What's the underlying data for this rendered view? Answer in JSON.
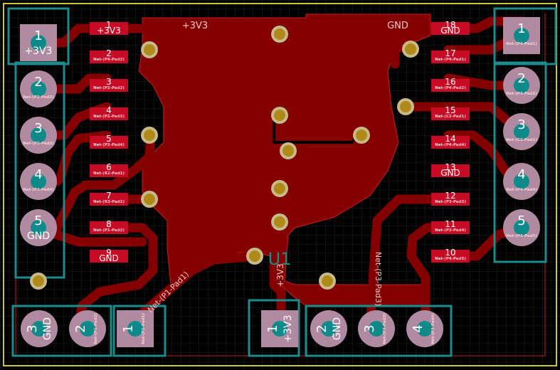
{
  "board": {
    "bg_color": "#000000",
    "grid_color": "#2a2a2a",
    "outline_color": "#c8c832",
    "copper_color": "#840000",
    "pad_color": "#c70b24",
    "hole_color": "#0f8a8a",
    "via_ring_color": "#c8b98a",
    "via_fill_color": "#b08a18",
    "courtyard_color": "#1d8b8b",
    "zone_outline_color": "#c81e1e"
  },
  "fill_labels": {
    "v33": "+3V3",
    "gnd": "GND"
  },
  "chip": {
    "ref": "U1",
    "left_pins": [
      {
        "num": "1",
        "net": "+3V3"
      },
      {
        "num": "2",
        "net": "Net-(P4-Pad2)"
      },
      {
        "num": "3",
        "net": "Net-(P2-Pad2)"
      },
      {
        "num": "4",
        "net": "Net-(P2-Pad3)"
      },
      {
        "num": "5",
        "net": "Net-(P2-Pad4)"
      },
      {
        "num": "6",
        "net": "Net-(R2-Pad1)"
      },
      {
        "num": "7",
        "net": "Net-(R3-Pad2)"
      },
      {
        "num": "8",
        "net": "Net-(P1-Pad2)"
      },
      {
        "num": "9",
        "net": "GND"
      }
    ],
    "right_pins": [
      {
        "num": "18",
        "net": "GND"
      },
      {
        "num": "17",
        "net": "Net-(P4-Pad1)"
      },
      {
        "num": "16",
        "net": "Net-(P4-Pad2)"
      },
      {
        "num": "15",
        "net": "Net-(C2-Pad1)"
      },
      {
        "num": "14",
        "net": "Net-(P4-Pad4)"
      },
      {
        "num": "13",
        "net": "GND"
      },
      {
        "num": "12",
        "net": "Net-(P3-Pad3)"
      },
      {
        "num": "11",
        "net": "Net-(P3-Pad4)"
      },
      {
        "num": "10",
        "net": "Net-(P4-Pad5)"
      }
    ]
  },
  "left_header": [
    {
      "num": "1",
      "net": "+3V3"
    },
    {
      "num": "2",
      "net": "Net-(P2-Pad2)"
    },
    {
      "num": "3",
      "net": "Net-(P2-Pad3)"
    },
    {
      "num": "4",
      "net": "Net-(P2-Pad4)"
    },
    {
      "num": "5",
      "net": "GND"
    }
  ],
  "right_header": [
    {
      "num": "1",
      "net": "Net-(P4-Pad1)"
    },
    {
      "num": "2",
      "net": "Net-(P4-Pad2)"
    },
    {
      "num": "3",
      "net": "Net-(C2-Pad1)"
    },
    {
      "num": "4",
      "net": "Net-(P4-Pad4)"
    },
    {
      "num": "5",
      "net": "Net-(P4-Pad5)"
    }
  ],
  "bottom_left_header": [
    {
      "num": "3",
      "net": "GND"
    },
    {
      "num": "2",
      "net": "Net-(P1-Pad2)"
    },
    {
      "num": "1",
      "net": "Net-(P1-Pad1)"
    }
  ],
  "bottom_right_header": [
    {
      "num": "1",
      "net": "+3V3"
    },
    {
      "num": "2",
      "net": "GND"
    },
    {
      "num": "3",
      "net": "Net-(P3-Pad3)"
    },
    {
      "num": "4",
      "net": "Net-(P3-Pad4)"
    }
  ],
  "track_labels": {
    "p1_pad1": "Net-(P1-Pad1)",
    "v33_vertical": "+3V3",
    "p3_pad3": "Net-(P3-Pad3)"
  }
}
